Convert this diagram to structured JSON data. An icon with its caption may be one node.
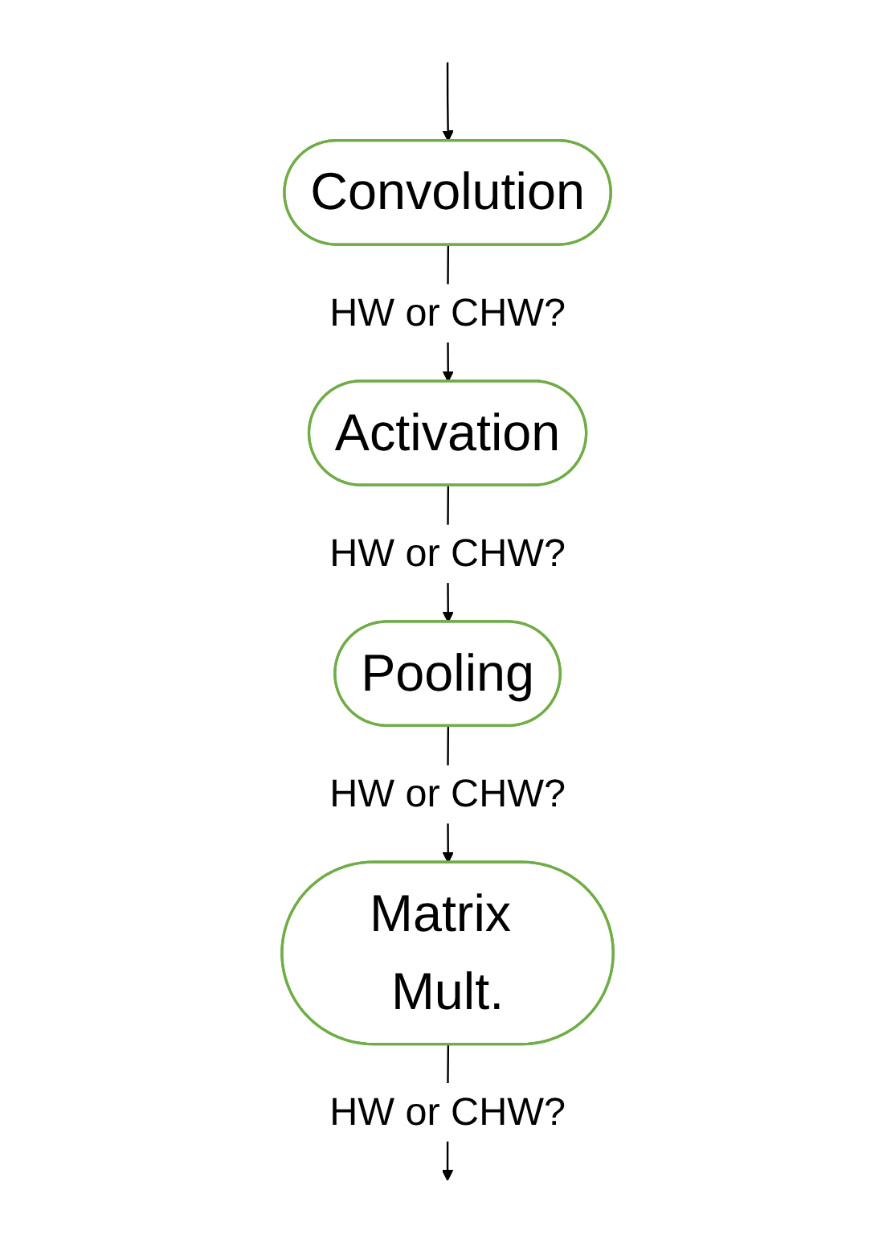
{
  "diagram": {
    "nodes": [
      {
        "text": [
          "Convolution"
        ]
      },
      {
        "text": [
          "Activation"
        ]
      },
      {
        "text": [
          "Pooling"
        ]
      },
      {
        "text": [
          "Matrix Mult."
        ]
      }
    ],
    "edges": [
      {
        "from": null,
        "to": 0,
        "arrow": "to"
      },
      {
        "from": 0,
        "to": 1,
        "label": "HW or CHW?",
        "arrow": "to"
      },
      {
        "from": 1,
        "to": 2,
        "label": "HW or CHW?",
        "arrow": "to"
      },
      {
        "from": 2,
        "to": 3,
        "label": "HW or CHW?",
        "arrow": "to"
      },
      {
        "from": 3,
        "to": null,
        "label": "HW or CHW?",
        "arrow": "to"
      }
    ]
  }
}
